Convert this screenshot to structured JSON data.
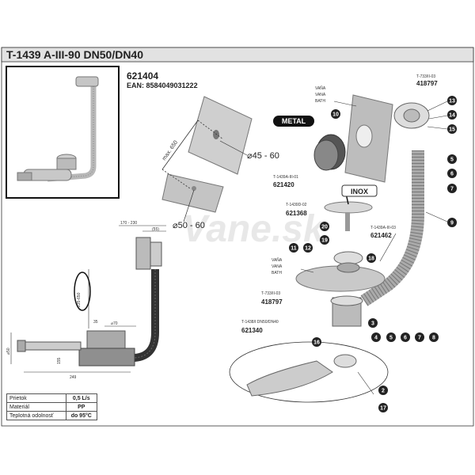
{
  "header": {
    "title": "T-1439 A-III-90 DN50/DN40"
  },
  "product": {
    "code": "621404",
    "ean": "EAN: 8584049031222"
  },
  "watermark": "Vane.sk",
  "dimensions": {
    "max650": "max. 650",
    "d45_60": "⌀45 - 60",
    "d50_60": "⌀50 - 60",
    "dim_170_230": "170 - 230",
    "dim_55": "(55)",
    "dim_235_650": "235-650",
    "dim_70": "⌀70",
    "dim_35": "35",
    "dim_249": "249",
    "dim_155": "155",
    "dim_50": "⌀50"
  },
  "callouts": {
    "metal": "METAL",
    "inox": "INOX",
    "vana_top": [
      "VAŇA",
      "VANA",
      "BATH"
    ],
    "vana_mid": [
      "VAŇA",
      "VANA",
      "BATH"
    ],
    "t733_top_name": "T-733/II-03",
    "t733_top_code": "418797",
    "t1439_iii01_name": "T-1439A-III-01",
    "t1439_iii01_code": "621420",
    "t1439d_name": "T-1439D-02",
    "t1439d_code": "621368",
    "t1439_iii03_name": "T-1439A-III-03",
    "t1439_iii03_code": "621462",
    "t733_mid_name": "T-733/II-03",
    "t733_mid_code": "418797",
    "t1438_name": "T-1438/I DN50/DN40",
    "t1438_code": "621340"
  },
  "part_numbers": {
    "n13": "13",
    "n14": "14",
    "n15": "15",
    "n10": "10",
    "n5a": "5",
    "n6a": "6",
    "n7a": "7",
    "n9": "9",
    "n20": "20",
    "n19": "19",
    "n11": "11",
    "n12": "12",
    "n18": "18",
    "n3": "3",
    "n4": "4",
    "n5b": "5",
    "n6b": "6",
    "n7b": "7",
    "n8": "8",
    "n16": "16",
    "n2": "2",
    "n17": "17"
  },
  "specs": [
    {
      "label": "Prietok",
      "value": "0,5 L/s"
    },
    {
      "label": "Materiál",
      "value": "PP"
    },
    {
      "label": "Teplotná odolnosť",
      "value": "do 95°C"
    }
  ],
  "colors": {
    "badge": "#222222",
    "line": "#333333",
    "metal_badge": "#111111"
  }
}
